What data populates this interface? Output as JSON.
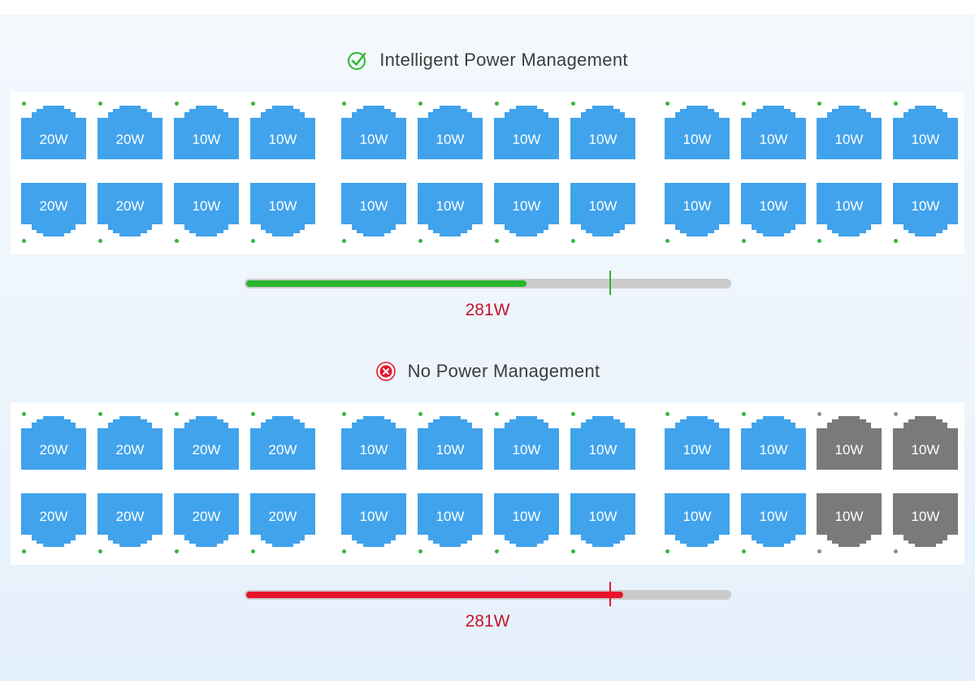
{
  "colors": {
    "port_on": "#41a3ec",
    "port_off": "#7a7a7a",
    "dot_on": "#3ab53a",
    "dot_off": "#8c8c8c",
    "good": "#2bb52e",
    "bad": "#e8142c",
    "value_text": "#c7142b"
  },
  "sections": [
    {
      "id": "intelligent",
      "heading": "Intelligent Power Management",
      "status_icon": "check-circle-icon",
      "bar_fill_fraction": 0.58,
      "bar_marker_fraction": 0.75,
      "bar_value": "281W",
      "bar_color": "#2bb52e",
      "top_row": [
        {
          "label": "20W",
          "active": true
        },
        {
          "label": "20W",
          "active": true
        },
        {
          "label": "10W",
          "active": true
        },
        {
          "label": "10W",
          "active": true
        },
        {
          "label": "10W",
          "active": true
        },
        {
          "label": "10W",
          "active": true
        },
        {
          "label": "10W",
          "active": true
        },
        {
          "label": "10W",
          "active": true
        },
        {
          "label": "10W",
          "active": true
        },
        {
          "label": "10W",
          "active": true
        },
        {
          "label": "10W",
          "active": true
        },
        {
          "label": "10W",
          "active": true
        }
      ],
      "bottom_row": [
        {
          "label": "20W",
          "active": true
        },
        {
          "label": "20W",
          "active": true
        },
        {
          "label": "10W",
          "active": true
        },
        {
          "label": "10W",
          "active": true
        },
        {
          "label": "10W",
          "active": true
        },
        {
          "label": "10W",
          "active": true
        },
        {
          "label": "10W",
          "active": true
        },
        {
          "label": "10W",
          "active": true
        },
        {
          "label": "10W",
          "active": true
        },
        {
          "label": "10W",
          "active": true
        },
        {
          "label": "10W",
          "active": true
        },
        {
          "label": "10W",
          "active": true
        }
      ]
    },
    {
      "id": "none",
      "heading": "No Power Management",
      "status_icon": "x-circle-icon",
      "bar_fill_fraction": 0.78,
      "bar_marker_fraction": 0.75,
      "bar_value": "281W",
      "bar_color": "#e8142c",
      "top_row": [
        {
          "label": "20W",
          "active": true
        },
        {
          "label": "20W",
          "active": true
        },
        {
          "label": "20W",
          "active": true
        },
        {
          "label": "20W",
          "active": true
        },
        {
          "label": "10W",
          "active": true
        },
        {
          "label": "10W",
          "active": true
        },
        {
          "label": "10W",
          "active": true
        },
        {
          "label": "10W",
          "active": true
        },
        {
          "label": "10W",
          "active": true
        },
        {
          "label": "10W",
          "active": true
        },
        {
          "label": "10W",
          "active": false
        },
        {
          "label": "10W",
          "active": false
        }
      ],
      "bottom_row": [
        {
          "label": "20W",
          "active": true
        },
        {
          "label": "20W",
          "active": true
        },
        {
          "label": "20W",
          "active": true
        },
        {
          "label": "20W",
          "active": true
        },
        {
          "label": "10W",
          "active": true
        },
        {
          "label": "10W",
          "active": true
        },
        {
          "label": "10W",
          "active": true
        },
        {
          "label": "10W",
          "active": true
        },
        {
          "label": "10W",
          "active": true
        },
        {
          "label": "10W",
          "active": true
        },
        {
          "label": "10W",
          "active": false
        },
        {
          "label": "10W",
          "active": false
        }
      ]
    }
  ]
}
